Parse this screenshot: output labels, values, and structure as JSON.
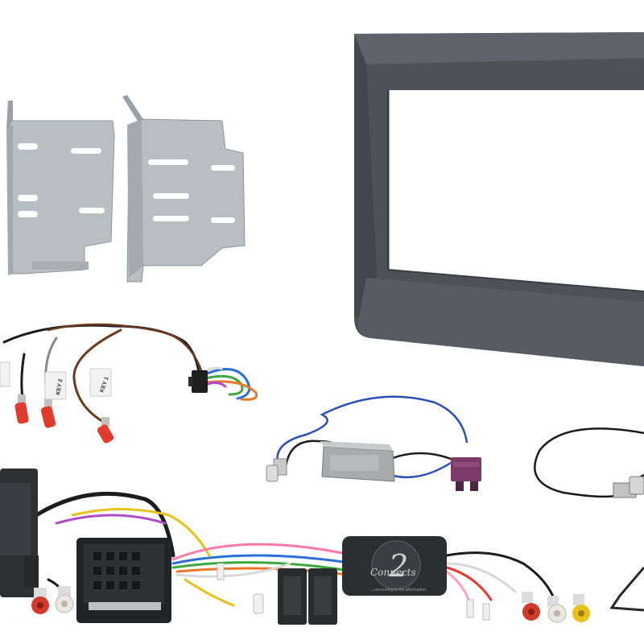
{
  "photo": {
    "background": "#ffffff",
    "colors": {
      "bracket_metal": "#b9bec3",
      "fascia_plastic": "#4e5257",
      "interface_box": "#2e3033",
      "fakra_connector": "#7d3b6a",
      "rca_red": "#d23a2a",
      "rca_white": "#e9e7df",
      "rca_yellow": "#e6c21a"
    }
  },
  "items": {
    "wire_tags": {
      "tag_1": "KEY 1",
      "tag_2": "KEY 2"
    },
    "interface_logo": {
      "brand": "Connects",
      "numeral": "2",
      "tagline": "...connecting to the aftermarket"
    }
  }
}
